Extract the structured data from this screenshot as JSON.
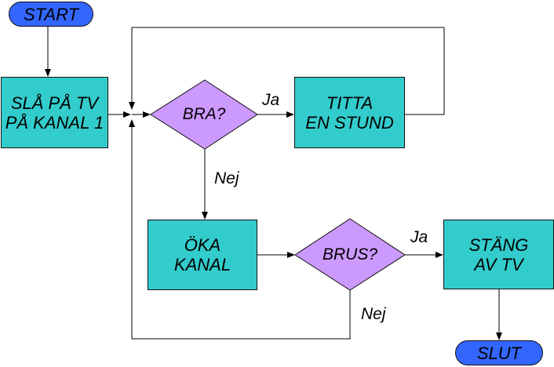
{
  "diagram": {
    "nodes": {
      "start": "START",
      "tv_on": "SLÅ PÅ TV\nPÅ KANAL 1",
      "bra": "BRA?",
      "titta": "TITTA\nEN STUND",
      "oka": "ÖKA\nKANAL",
      "brus": "BRUS?",
      "stang": "STÄNG\nAV TV",
      "slut": "SLUT"
    },
    "edge_labels": {
      "bra_yes": "Ja",
      "bra_no": "Nej",
      "brus_yes": "Ja",
      "brus_no": "Nej"
    },
    "colors": {
      "terminal": "#3366ff",
      "process": "#33cccc",
      "decision": "#cc99ff",
      "line": "#000000"
    }
  }
}
